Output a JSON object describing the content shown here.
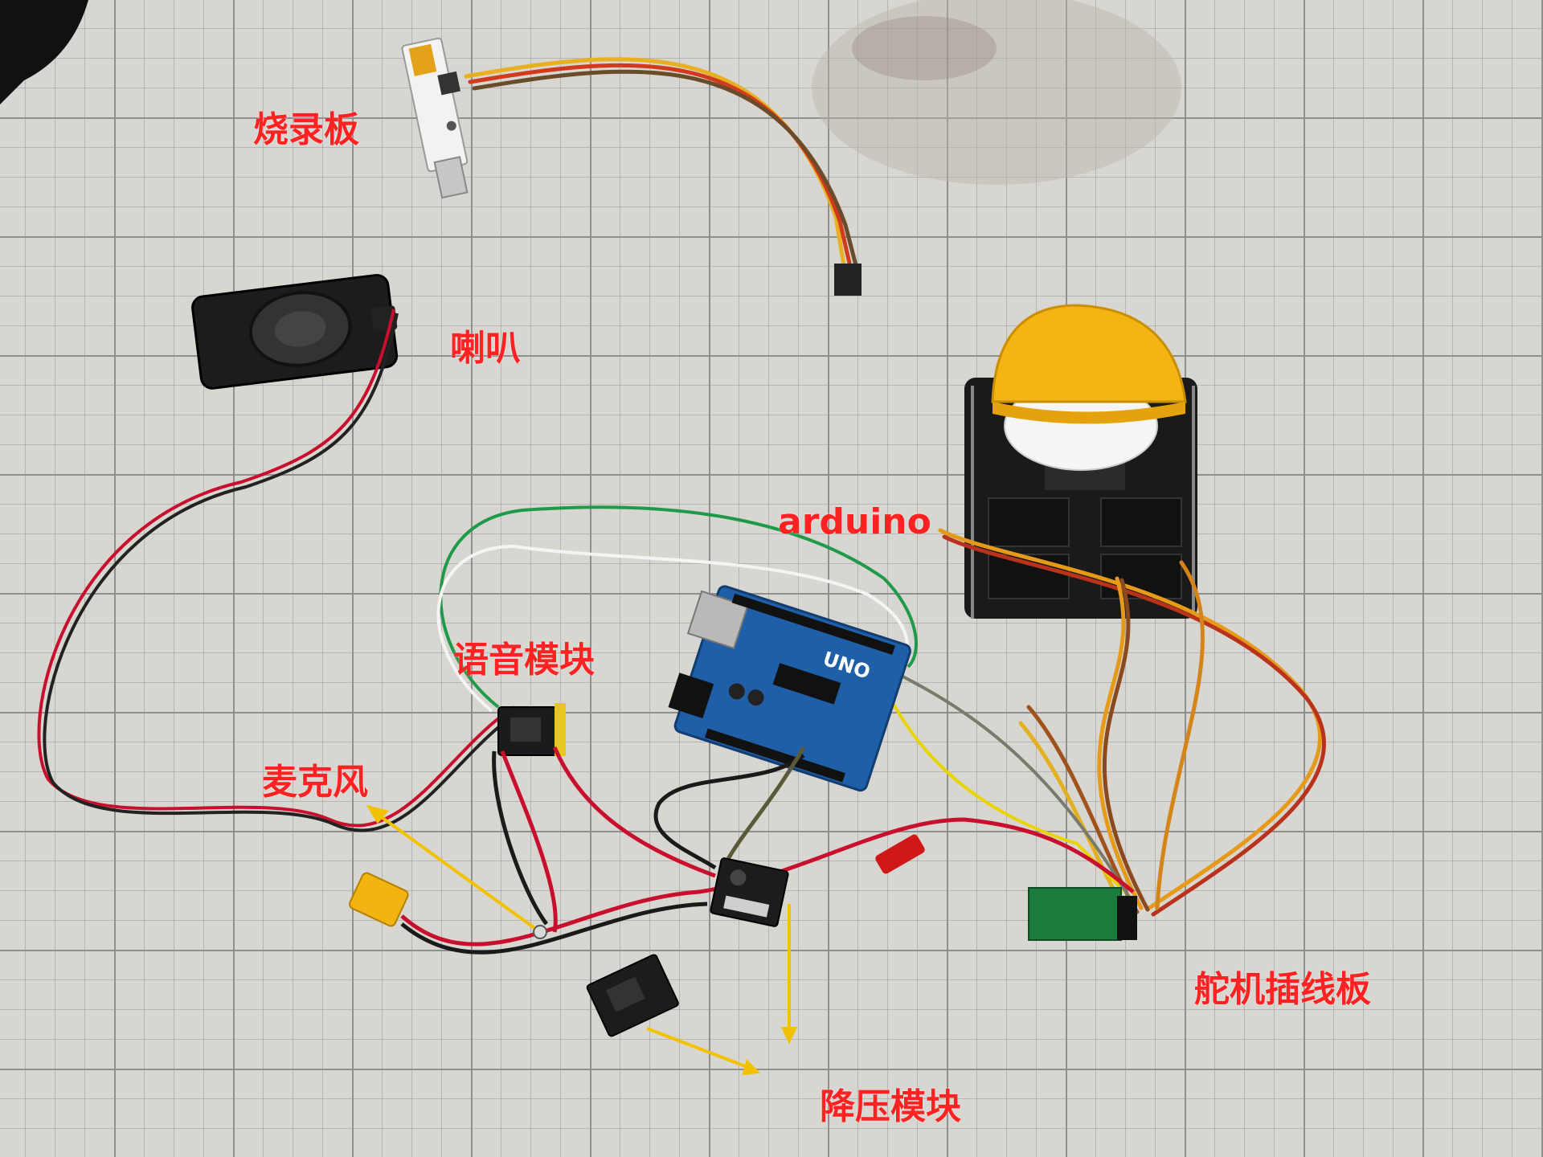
{
  "labels": {
    "burner_board": "烧录板",
    "speaker": "喇叭",
    "arduino": "arduino",
    "voice_module": "语音模块",
    "microphone": "麦克风",
    "servo_board": "舵机插线板",
    "buck_module": "降压模块"
  },
  "board_text": "UNO",
  "colors": {
    "label": "#ff2222",
    "arrow": "#f2c200",
    "helmet": "#f4b512",
    "arduino_pcb": "#1f5fa8",
    "mat_grid": "#8f8f8f"
  }
}
